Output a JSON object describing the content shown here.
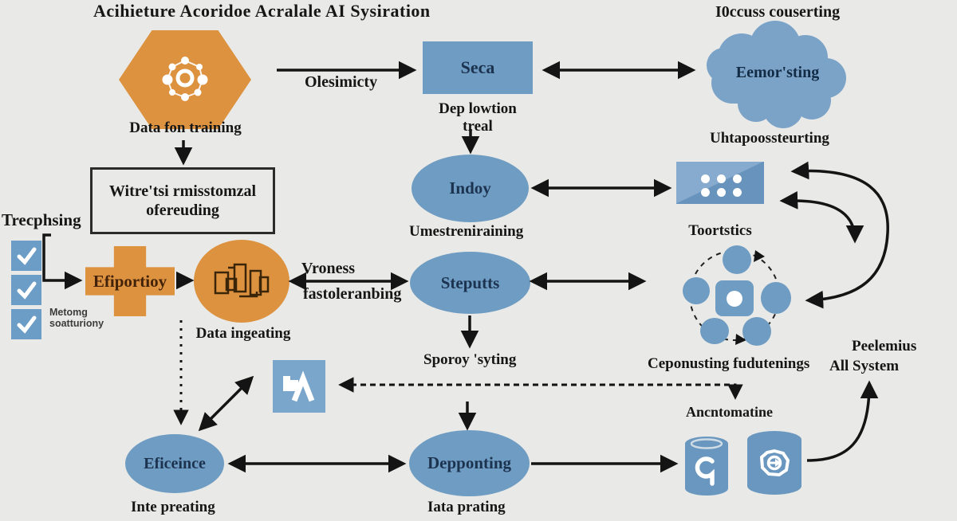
{
  "title": "Acihieture Acoridoe Acralale AI Sysiration",
  "corner_note": "I0ccuss couserting",
  "colors": {
    "background": "#e9e9e7",
    "orange": "#dd923f",
    "blue": "#6f9cc2",
    "cloud_blue": "#7ba3c8",
    "arrow": "#141414",
    "navy_text": "#1c3350"
  },
  "nodes": {
    "data_hexagon": {
      "label": "Data fon training"
    },
    "seca_box": {
      "label": "Seca",
      "sublabel": [
        "Dep lowtion",
        "treal"
      ]
    },
    "cloud": {
      "label": "Eemor'sting",
      "sublabel": "Uhtapoossteurting"
    },
    "indoy_ellipse": {
      "label": "Indoy",
      "sublabel": "Umestreniraining"
    },
    "dots_tile": {
      "label": "Toortstics"
    },
    "witretsi_box": {
      "line1": "Witre'tsi rmisstomzal",
      "line2": "ofereuding"
    },
    "checklist": {
      "label": "Trecphsing",
      "note1": "Metomg",
      "note2": "soatturiony"
    },
    "efiportioy_cross": {
      "label": "Efiportioy"
    },
    "ingest_circle": {
      "label": "Data ingeating"
    },
    "steputts_ellipse": {
      "label": "Steputts",
      "sublabel": "Sporoy 'syting"
    },
    "cluster": {
      "label": "Ceponusting fudutenings"
    },
    "peelemius_note": {
      "line1": "Peelemius",
      "line2": "All System"
    },
    "ancntomatine_note": {
      "label": "Ancntomatine"
    },
    "eficeince_ellipse": {
      "label": "Eficeince",
      "sublabel": "Inte preating"
    },
    "depponting_ellipse": {
      "label": "Depponting",
      "sublabel": "Iata prating"
    }
  },
  "edge_labels": {
    "olesimicty": "Olesimicty",
    "vroness1": "Vroness",
    "vroness2": "fastoleranbing"
  }
}
